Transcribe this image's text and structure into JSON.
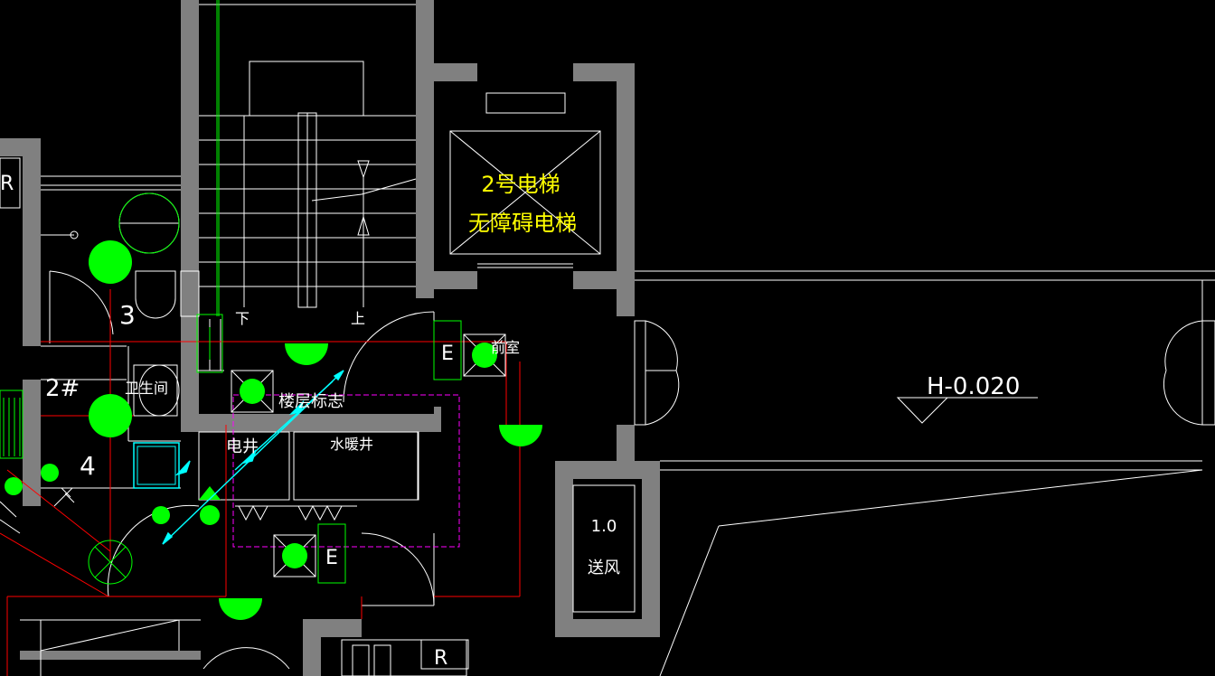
{
  "labels": {
    "elevator_title": "2号电梯",
    "elevator_subtitle": "无障碍电梯",
    "anteroom": "前室",
    "floor_sign": "楼层标志",
    "electric_shaft": "电井",
    "water_heating_shaft": "水暖井",
    "bathroom": "卫生间",
    "elevation": "H-0.020",
    "vent_value": "1.0",
    "vent_label": "送风",
    "unit_number": "2#",
    "stair_down": "下",
    "stair_up": "上",
    "emergency_e1": "E",
    "emergency_e2": "E",
    "dim_3": "3",
    "dim_4": "4",
    "refrigerator_top": "R",
    "refrigerator_bottom": "R"
  },
  "colors": {
    "background": "#000000",
    "wall": "#808080",
    "line_white": "#ffffff",
    "fixture_green": "#00ff00",
    "text_yellow": "#ffff00",
    "wire_red": "#ff0000",
    "arrow_cyan": "#00ffff",
    "dashed_magenta": "#ff00ff"
  }
}
